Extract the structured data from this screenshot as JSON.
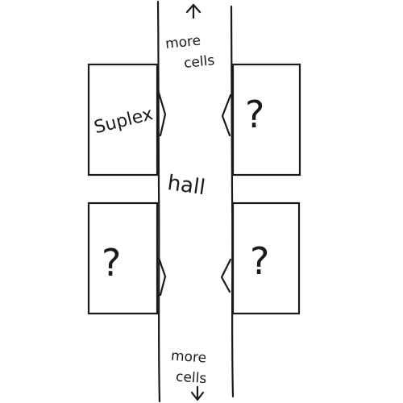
{
  "labels": {
    "top_more": "more",
    "top_cells": "cells",
    "hall": "hall",
    "suplex": "Suplex",
    "unknown_top_right": "?",
    "unknown_bottom_left": "?",
    "unknown_bottom_right": "?",
    "bottom_more": "more",
    "bottom_cells": "cells"
  }
}
